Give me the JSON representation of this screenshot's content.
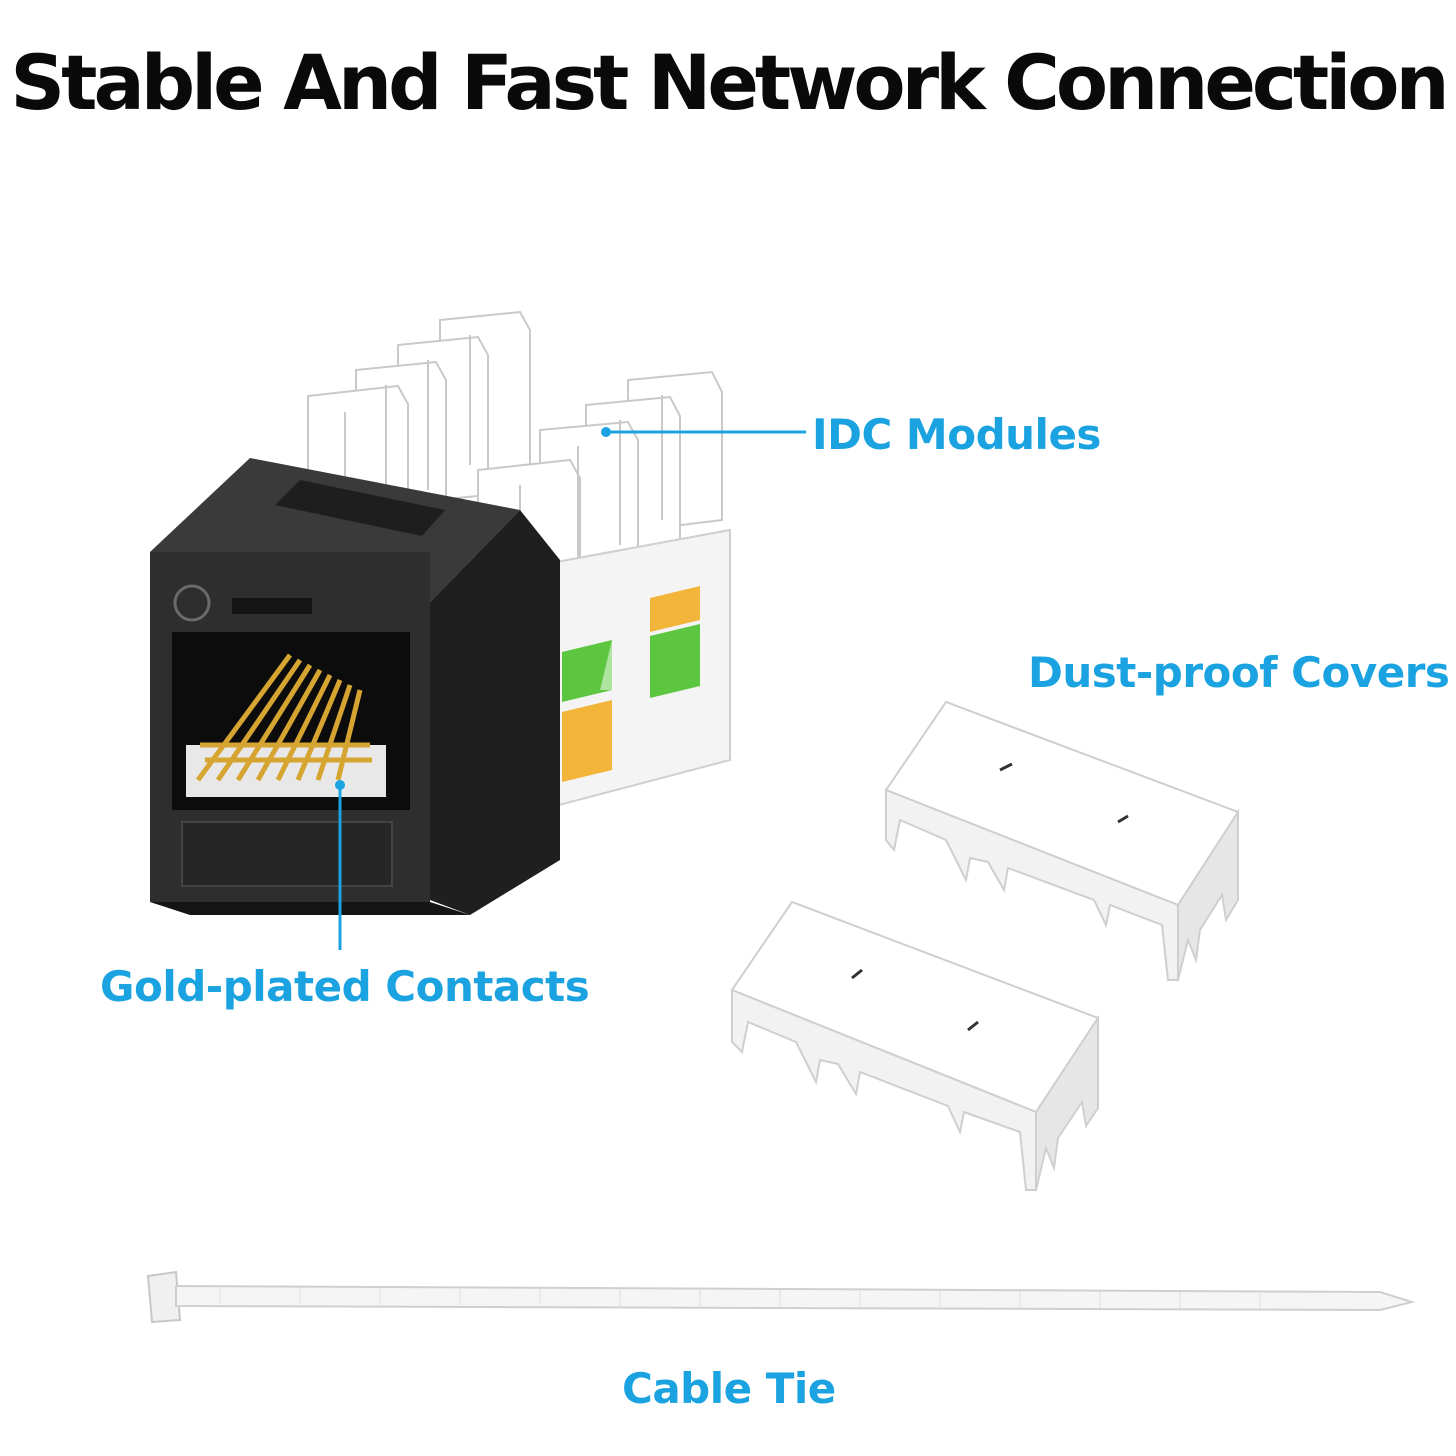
{
  "title": "Stable And Fast Network Connection",
  "callouts": {
    "idc_modules": "IDC Modules",
    "dust_proof_covers": "Dust-proof Covers",
    "gold_plated_contacts": "Gold-plated Contacts",
    "cable_tie": "Cable Tie"
  },
  "colors": {
    "accent": "#1aa3e0",
    "jack_body": "#2b2b2b",
    "gold": "#d6a431",
    "green": "#5cc640",
    "orange": "#f3b43a"
  }
}
